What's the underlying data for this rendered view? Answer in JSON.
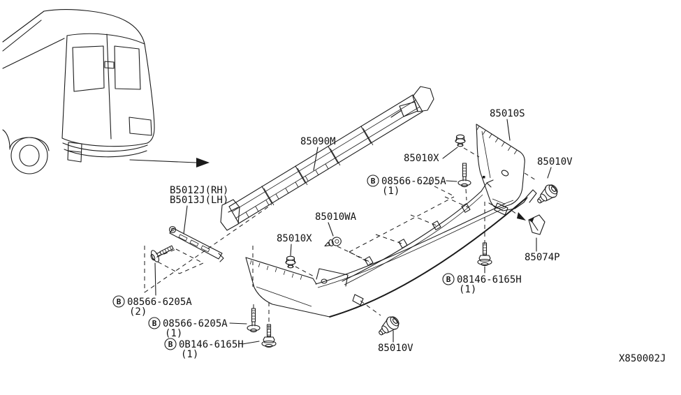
{
  "diagram_code": "X850002J",
  "symbols": {
    "b_circle": "B"
  },
  "parts": {
    "reinforcement": {
      "ref": "85090M"
    },
    "side_spacer": {
      "ref": "85010S"
    },
    "clip_top": {
      "ref": "85010X"
    },
    "clip_left": {
      "ref": "85010X"
    },
    "clip_wa": {
      "ref": "85010WA"
    },
    "sensor_right": {
      "ref": "85010V"
    },
    "sensor_bottom": {
      "ref": "85010V"
    },
    "bracket_rh": {
      "ref": "B5012J(RH)"
    },
    "bracket_lh": {
      "ref": "B5013J(LH)"
    },
    "retainer": {
      "ref": "85074P"
    }
  },
  "fasteners": {
    "screw_top": {
      "ref": "08566-6205A",
      "qty": "(1)"
    },
    "screw_left": {
      "ref": "08566-6205A",
      "qty": "(2)"
    },
    "screw_bottom": {
      "ref": "08566-6205A",
      "qty": "(1)"
    },
    "bolt_bottom": {
      "ref": "0B146-6165H",
      "qty": "(1)"
    },
    "bolt_right": {
      "ref": "08146-6165H",
      "qty": "(1)"
    }
  }
}
